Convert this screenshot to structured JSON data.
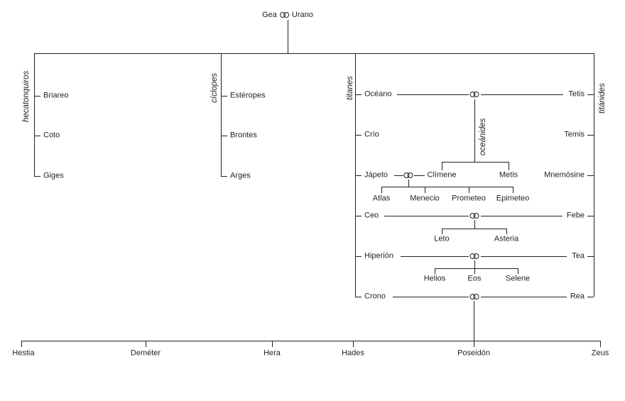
{
  "root": {
    "mother": "Gea",
    "father": "Urano"
  },
  "groups": {
    "hecatonquiros": {
      "label": "hecatonquiros",
      "members": [
        "Briareo",
        "Coto",
        "Giges"
      ]
    },
    "ciclopes": {
      "label": "cíclopes",
      "members": [
        "Estéropes",
        "Brontes",
        "Arges"
      ]
    },
    "titanes": {
      "label": "titanes",
      "members": [
        "Océano",
        "Crío",
        "Jápeto",
        "Ceo",
        "Hiperión",
        "Crono"
      ]
    },
    "titanides": {
      "label": "titánides",
      "members": [
        "Tetis",
        "Temis",
        "Mnemósine",
        "Febe",
        "Tea",
        "Rea"
      ]
    },
    "oceanides": {
      "label": "oceánides",
      "members": [
        "Clímene",
        "Metis"
      ]
    }
  },
  "children": {
    "japeto_climene": [
      "Atlas",
      "Menecio",
      "Prometeo",
      "Epimeteo"
    ],
    "ceo_febe": [
      "Leto",
      "Asteria"
    ],
    "hiperion_tea": [
      "Helios",
      "Eos",
      "Selene"
    ],
    "crono_rea": [
      "Hestia",
      "Deméter",
      "Hera",
      "Hades",
      "Poseidón",
      "Zeus"
    ]
  },
  "colors": {
    "line": "#231f20",
    "text": "#231f20",
    "background": "#ffffff"
  }
}
